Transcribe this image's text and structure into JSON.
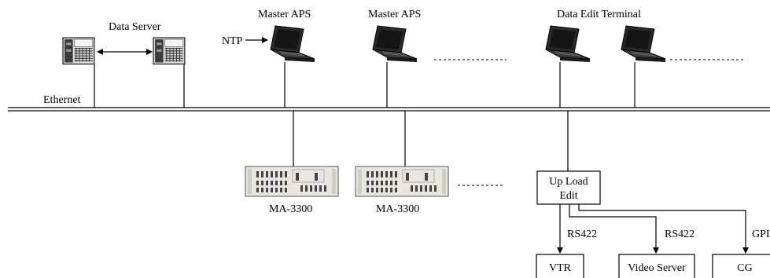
{
  "labels": {
    "data_server": "Data Server",
    "master_aps_1": "Master APS",
    "master_aps_2": "Master APS",
    "data_edit_terminal": "Data Edit Terminal",
    "ntp": "NTP",
    "ethernet": "Ethernet",
    "ma_1": "MA-3300",
    "ma_2": "MA-3300",
    "upload_line1": "Up Load",
    "upload_line2": "Edit",
    "rs422_1": "RS422",
    "rs422_2": "RS422",
    "gpi": "GPI",
    "vtr": "VTR",
    "video_server": "Video Server",
    "cg": "CG"
  },
  "colors": {
    "line": "#000000",
    "laptop_body": "#2a2a2a",
    "laptop_screen": "#1a1a1a",
    "rack_face": "#e8e6de"
  },
  "icons": [
    "server-icon",
    "laptop-icon",
    "rack-device-icon",
    "arrow-icon"
  ]
}
